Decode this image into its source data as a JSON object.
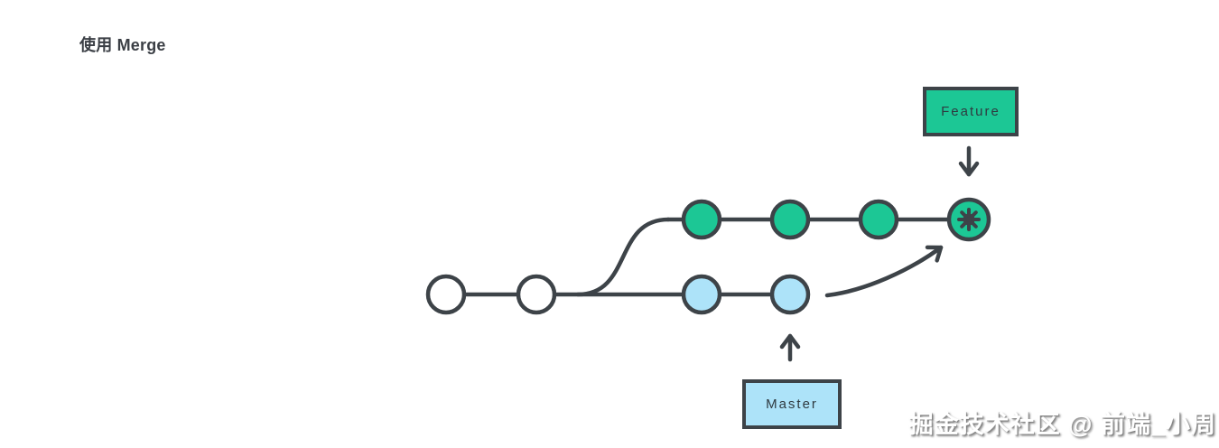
{
  "page": {
    "title": "使用 Merge"
  },
  "diagram": {
    "type": "git-merge-branch-diagram",
    "feature_branch": {
      "label": "Feature",
      "commit_count": 3,
      "merge_commit_count": 1,
      "merge_commit_icon": "star-burst-icon",
      "commit_color": "#1cc795"
    },
    "master_branch": {
      "label": "Master",
      "base_commit_count": 2,
      "branch_commit_count": 2,
      "base_commit_color": "#ffffff",
      "commit_color": "#ade3f9"
    },
    "arrows": [
      {
        "name": "feature-label-arrow",
        "direction": "down",
        "points_to": "merge-commit"
      },
      {
        "name": "master-label-arrow",
        "direction": "up",
        "points_to": "master-tip-commit"
      },
      {
        "name": "merge-arrow",
        "direction": "curved-up-right",
        "from": "master-tip-commit",
        "to": "merge-commit"
      }
    ]
  },
  "watermark": {
    "text": "掘金技术社区 @ 前端_小周"
  },
  "colors": {
    "ink": "#3d4348",
    "green": "#1cc795",
    "blue": "#ade3f9",
    "title": "#3b3f45",
    "page-bg": "#ffffff"
  }
}
